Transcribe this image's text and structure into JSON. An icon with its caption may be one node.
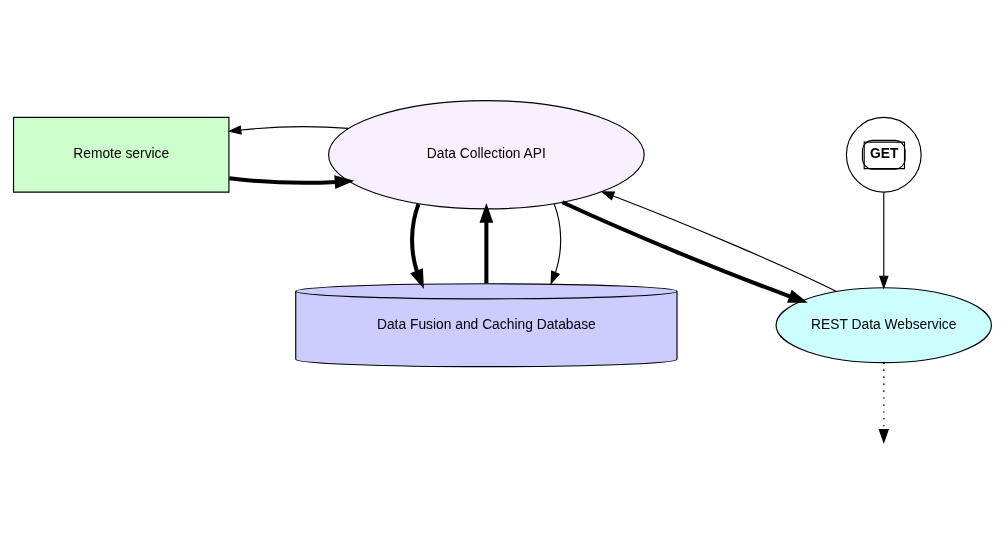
{
  "diagram": {
    "nodes": [
      {
        "text": [
          "Remote service"
        ]
      },
      {
        "text": [
          "Data Collection API"
        ]
      },
      {
        "text": [
          "REST Data Webservice"
        ]
      },
      {
        "text": [
          "Data Fusion and Caching Database"
        ]
      },
      {
        "text": [
          "GET"
        ]
      }
    ],
    "edges": [
      {
        "from": 0,
        "to": 1,
        "arrow": "to",
        "style": "thick"
      },
      {
        "from": 1,
        "to": 0,
        "arrow": "to"
      },
      {
        "from": 1,
        "to": 2,
        "arrow": "to",
        "style": "thick"
      },
      {
        "from": 2,
        "to": 1,
        "arrow": "to"
      },
      {
        "from": 1,
        "to": 3,
        "arrow": "to",
        "style": "thick"
      },
      {
        "from": 3,
        "to": 1,
        "arrow": "to",
        "style": "thick"
      },
      {
        "from": 1,
        "to": 3,
        "arrow": "to"
      },
      {
        "from": 4,
        "to": 2,
        "arrow": "to"
      },
      {
        "from": 2,
        "to": null,
        "arrow": "to",
        "style": "dashed"
      }
    ]
  }
}
